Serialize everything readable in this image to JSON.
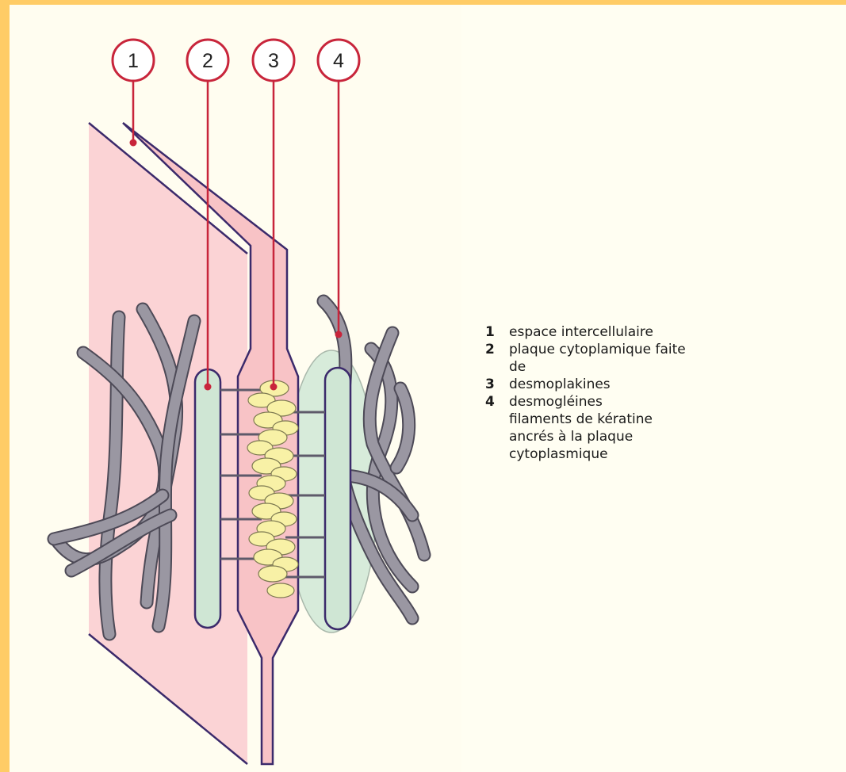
{
  "markers": [
    {
      "number": "1",
      "icon": "circled-number-1"
    },
    {
      "number": "2",
      "icon": "circled-number-2"
    },
    {
      "number": "3",
      "icon": "circled-number-3"
    },
    {
      "number": "4",
      "icon": "circled-number-4"
    }
  ],
  "legend": {
    "items": [
      {
        "num": "1",
        "text": "espace intercellulaire"
      },
      {
        "num": "2",
        "text": "plaque cytoplamique faite"
      },
      {
        "num": "",
        "text": "de"
      },
      {
        "num": "3",
        "text": "desmoplakines"
      },
      {
        "num": "4",
        "text": "desmogléines"
      }
    ],
    "continuation": [
      "filaments de kératine",
      "ancrés à la plaque",
      "cytoplasmique"
    ]
  },
  "colors": {
    "background_border": "#ffcc66",
    "panel": "#fffdf0",
    "membrane_fill": "#fbd3d5",
    "membrane_stroke": "#3b2a6b",
    "plaque_fill": "#cfe6d4",
    "plaque_halo": "#d7ebda",
    "filament": "#8f8c96",
    "filament_light": "#b8b6be",
    "desmoplakin_fill": "#f8f1a6",
    "leader_line": "#c8253b",
    "marker_stroke": "#c8253b"
  }
}
